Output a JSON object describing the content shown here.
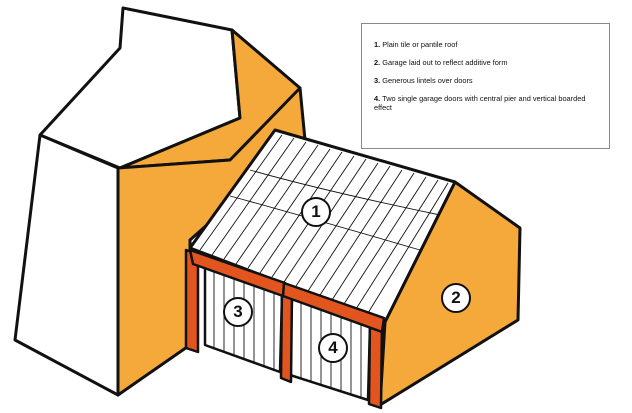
{
  "legend": {
    "items": [
      {
        "num": "1.",
        "text": "Plain tile or pantile roof"
      },
      {
        "num": "2.",
        "text": "Garage laid out to reflect additive form"
      },
      {
        "num": "3.",
        "text": "Generous lintels over doors"
      },
      {
        "num": "4.",
        "text": "Two single garage doors with central pier and vertical boarded effect"
      }
    ]
  },
  "markers": {
    "m1": "1",
    "m2": "2",
    "m3": "3",
    "m4": "4"
  },
  "colors": {
    "wall_orange": "#f5a93a",
    "lintel_red": "#e2551f",
    "outline": "#111111",
    "roof": "#ffffff"
  }
}
